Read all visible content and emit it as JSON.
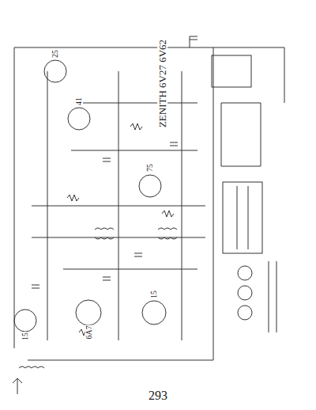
{
  "diagram": {
    "title": "ZENITH 6V27 6V62",
    "caption": "293",
    "labels": [
      "15",
      "6A7",
      "15",
      "75",
      "41",
      "25"
    ]
  }
}
